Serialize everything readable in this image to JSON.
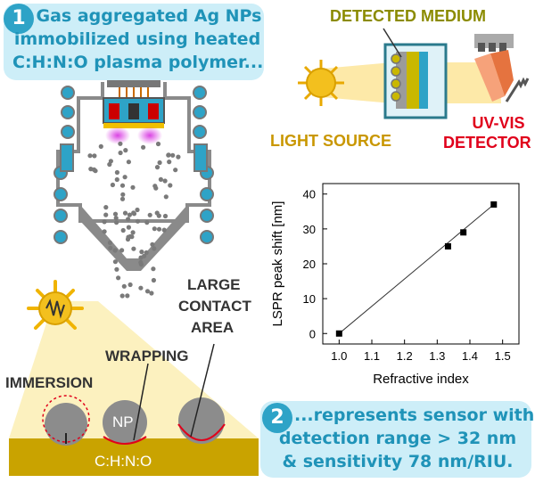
{
  "step1": {
    "number": "1",
    "lines": [
      "Gas aggregated Ag NPs",
      "immobilized using heated",
      "C:H:N:O plasma polymer..."
    ]
  },
  "step2": {
    "number": "2",
    "lines": [
      "...represents sensor with",
      "detection range > 32 nm",
      "& sensitivity 78 nm/RIU."
    ]
  },
  "setup": {
    "detected_medium": "DETECTED MEDIUM",
    "light_source": "LIGHT SOURCE",
    "detector_line1": "UV-VIS",
    "detector_line2": "DETECTOR"
  },
  "interface": {
    "immersion": "IMMERSION",
    "wrapping": "WRAPPING",
    "large_contact_area": [
      "LARGE",
      "CONTACT",
      "AREA"
    ],
    "np_label": "NP",
    "substrate_label": "C:H:N:O"
  },
  "colors": {
    "accent": "#2ea3c7",
    "bubble": "#cdeef8",
    "gold": "#c79a00",
    "red": "#e0001b",
    "substrate": "#c9a300"
  },
  "chart_data": {
    "type": "scatter",
    "xlabel": "Refractive index",
    "ylabel": "LSPR peak shift [nm]",
    "x_ticks": [
      "1.0",
      "1.1",
      "1.2",
      "1.3",
      "1.4",
      "1.5"
    ],
    "y_ticks": [
      "0",
      "10",
      "20",
      "30",
      "40"
    ],
    "xlim": [
      0.95,
      1.55
    ],
    "ylim": [
      -3,
      43
    ],
    "points": [
      {
        "x": 1.0,
        "y": 0
      },
      {
        "x": 1.333,
        "y": 25
      },
      {
        "x": 1.38,
        "y": 29
      },
      {
        "x": 1.473,
        "y": 37
      }
    ],
    "fit_line": {
      "x": [
        1.0,
        1.473
      ],
      "y": [
        0,
        37
      ]
    },
    "grid": false
  }
}
